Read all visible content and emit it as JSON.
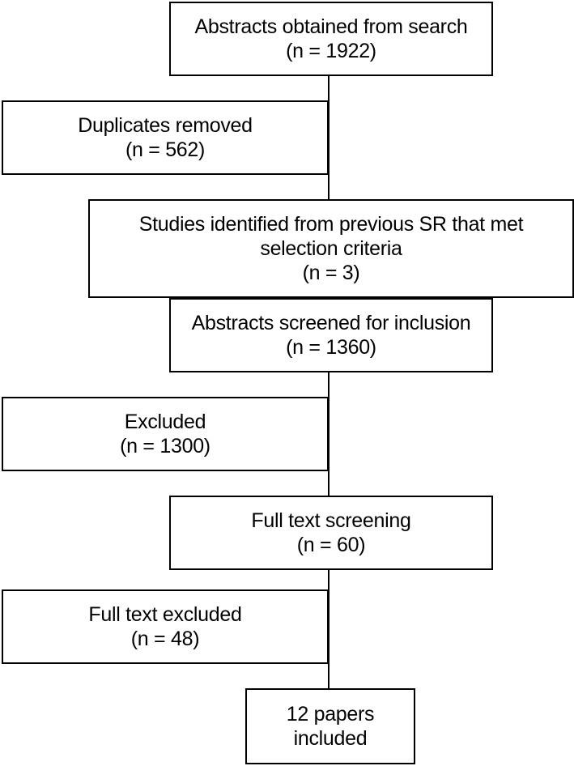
{
  "colors": {
    "stroke": "#000000",
    "background": "#ffffff",
    "text": "#000000"
  },
  "boxes": {
    "search": {
      "line1": "Abstracts obtained from search",
      "line2": "(n = 1922)"
    },
    "duplicates": {
      "line1": "Duplicates removed",
      "line2": "(n = 562)"
    },
    "previous_sr": {
      "line1": "Studies identified from previous SR that met",
      "line2": "selection criteria",
      "line3": "(n = 3)"
    },
    "screened": {
      "line1": "Abstracts screened for inclusion",
      "line2": "(n = 1360)"
    },
    "excluded": {
      "line1": "Excluded",
      "line2": "(n = 1300)"
    },
    "full_text": {
      "line1": "Full text screening",
      "line2": "(n = 60)"
    },
    "full_text_excluded": {
      "line1": "Full text excluded",
      "line2": "(n = 48)"
    },
    "included": {
      "line1": "12 papers",
      "line2": "included"
    }
  }
}
